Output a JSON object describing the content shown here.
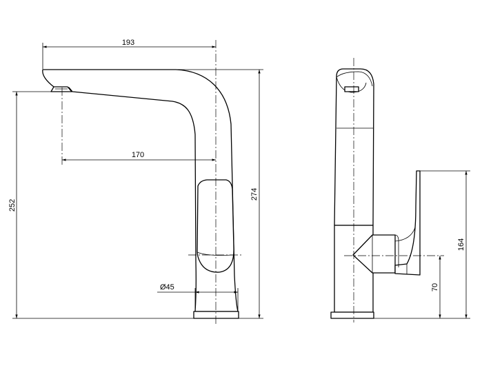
{
  "drawing": {
    "dimensions": {
      "spout_reach": "193",
      "spout_to_center": "170",
      "spout_outlet_height": "252",
      "overall_height": "274",
      "base_diameter": "Ø45",
      "lever_height": "164",
      "lever_pivot_height": "70"
    }
  }
}
